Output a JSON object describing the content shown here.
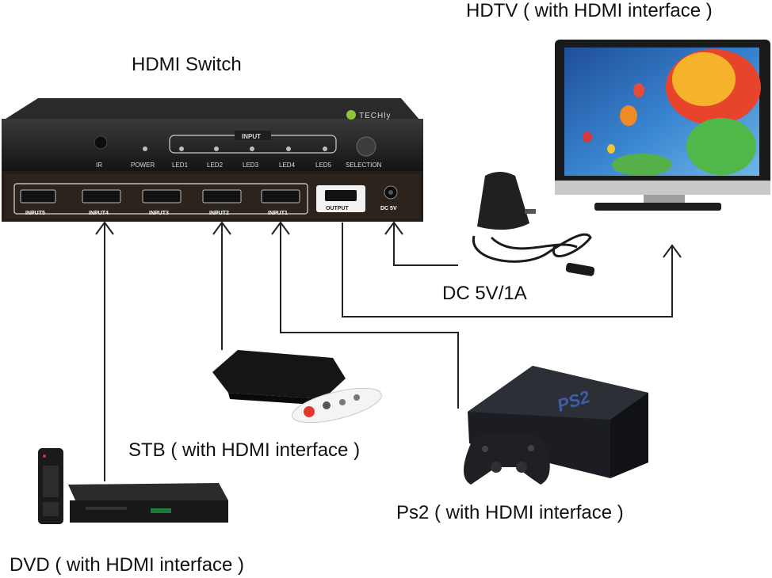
{
  "labels": {
    "hdtv": "HDTV ( with HDMI interface )",
    "switch": "HDMI Switch",
    "dc": "DC  5V/1A",
    "stb": "STB ( with HDMI interface )",
    "ps2": "Ps2 ( with HDMI interface )",
    "dvd": "DVD ( with HDMI interface )"
  },
  "switch_panel": {
    "brand": "TECHly",
    "front": [
      "IR",
      "POWER",
      "LED1",
      "LED2",
      "LED3",
      "LED4",
      "LED5",
      "SELECTION"
    ],
    "input_group": "INPUT",
    "ports": [
      "INPUT5",
      "INPUT4",
      "INPUT3",
      "INPUT2",
      "INPUT1"
    ],
    "output": "OUTPUT",
    "dc": "DC 5V"
  },
  "colors": {
    "device_body": "#1d1d1d",
    "arrow": "#222222",
    "led": "#bdbdbd"
  }
}
